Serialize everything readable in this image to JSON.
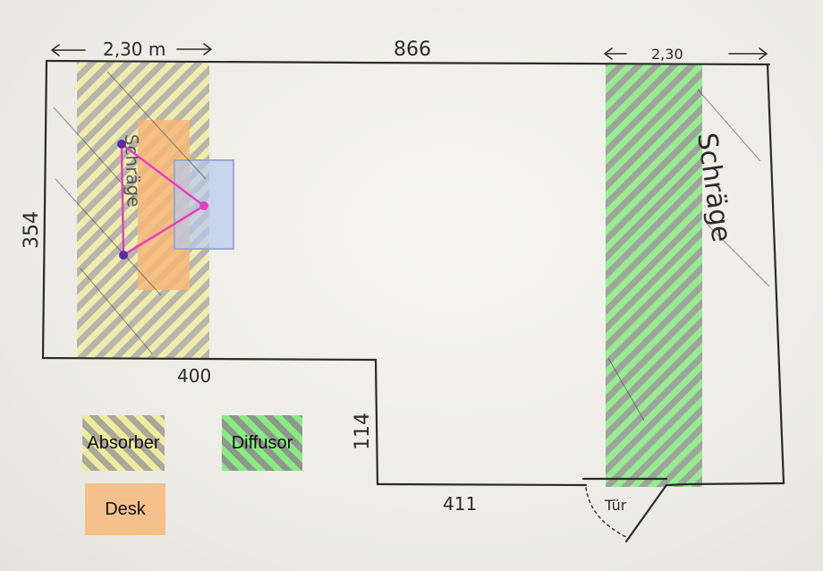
{
  "dimensions": {
    "top_left_width": "2,30 m",
    "top_total": "866",
    "top_right_width": "2,30",
    "left_height": "354",
    "bottom_left": "400",
    "step_height": "114",
    "bottom_right": "411"
  },
  "labels": {
    "wall_right": "Schräge",
    "wall_left": "Schräge",
    "door": "Tür"
  },
  "legend": {
    "absorber": "Absorber",
    "diffusor": "Diffusor",
    "desk": "Desk"
  },
  "colors": {
    "absorber_stripe": "#f0ec9e",
    "absorber_gray": "#a9a89a",
    "diffusor_stripe": "#87ec82",
    "diffusor_gray": "#8f978d",
    "desk": "#f6c08c",
    "listening_triangle": "#e83fc0",
    "speaker_dot": "#5b2aa8",
    "screen_box": "#b8c8ee",
    "ink": "#2b2b2b"
  }
}
